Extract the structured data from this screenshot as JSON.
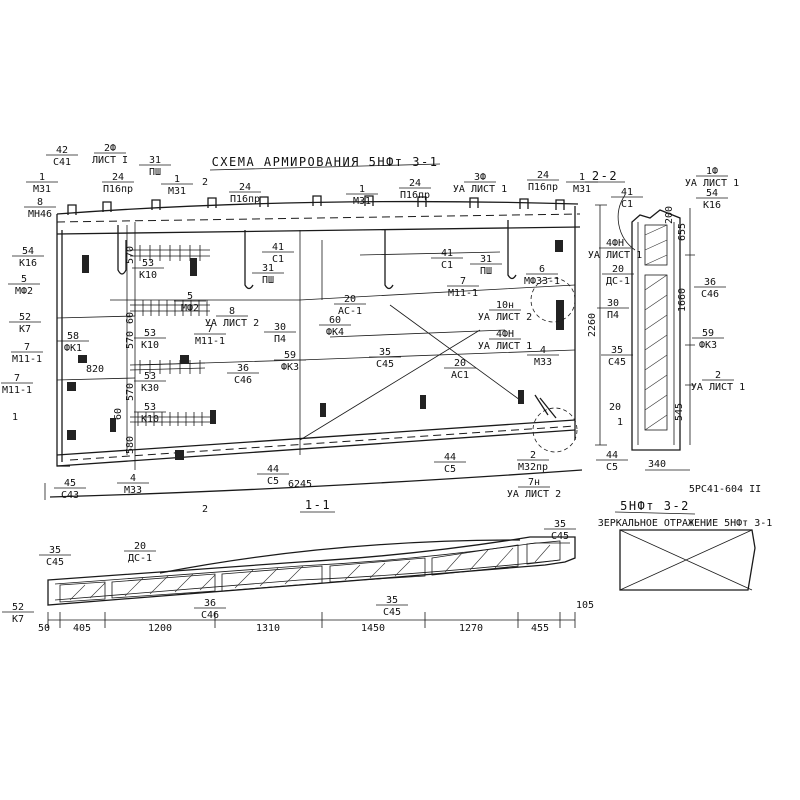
{
  "titles": {
    "main": "СХЕМА АРМИРОВАНИЯ 5НФт 3-1",
    "section_2_2": "2-2",
    "section_1_1": "1-1",
    "mirror_title": "5НФт 3-2",
    "mirror_subtitle": "ЗЕРКАЛЬНОЕ ОТРАЖЕНИЕ 5НФт 3-1",
    "mesh_note": "5РС41-604 II",
    "cut_mark_2": "2",
    "cut_mark_1": "1"
  },
  "callouts": [
    {
      "num": "42",
      "den": "С41"
    },
    {
      "num": "2Ф",
      "den": "ЛИСТ I"
    },
    {
      "num": "31",
      "den": "ПШ"
    },
    {
      "num": "24",
      "den": "П16пр"
    },
    {
      "num": "1",
      "den": "М31"
    },
    {
      "num": "1",
      "den": "М31"
    },
    {
      "num": "8",
      "den": "МН46"
    },
    {
      "num": "24",
      "den": "П16пр"
    },
    {
      "num": "1",
      "den": "М31"
    },
    {
      "num": "24",
      "den": "П16пр"
    },
    {
      "num": "3Ф",
      "den": "УА ЛИСТ 1"
    },
    {
      "num": "24",
      "den": "П16пр"
    },
    {
      "num": "1",
      "den": "М31"
    },
    {
      "num": "54",
      "den": "К16"
    },
    {
      "num": "5",
      "den": "МФ2"
    },
    {
      "num": "53",
      "den": "К10"
    },
    {
      "num": "5",
      "den": "МФ2"
    },
    {
      "num": "41",
      "den": "С1"
    },
    {
      "num": "31",
      "den": "ПШ"
    },
    {
      "num": "41",
      "den": "С1"
    },
    {
      "num": "31",
      "den": "ПШ"
    },
    {
      "num": "7",
      "den": "М11-1"
    },
    {
      "num": "6",
      "den": "МФ33-1"
    },
    {
      "num": "20",
      "den": "АС-1"
    },
    {
      "num": "30",
      "den": "П4"
    },
    {
      "num": "52",
      "den": "К7"
    },
    {
      "num": "8",
      "den": "УА ЛИСТ 2"
    },
    {
      "num": "53",
      "den": "К10"
    },
    {
      "num": "7",
      "den": "М11-1"
    },
    {
      "num": "30",
      "den": "П4"
    },
    {
      "num": "60",
      "den": "ФК4"
    },
    {
      "num": "10н",
      "den": "УА ЛИСТ 2"
    },
    {
      "num": "4ФН",
      "den": "УА ЛИСТ 1"
    },
    {
      "num": "58",
      "den": "ФК1"
    },
    {
      "num": "7",
      "den": "М11-1"
    },
    {
      "num": "59",
      "den": "ФК3"
    },
    {
      "num": "35",
      "den": "С45"
    },
    {
      "num": "4",
      "den": "М33"
    },
    {
      "num": "36",
      "den": "С46"
    },
    {
      "num": "20",
      "den": "АС1"
    },
    {
      "num": "7",
      "den": "М11-1"
    },
    {
      "num": "53",
      "den": "К30"
    },
    {
      "num": "53",
      "den": "К10"
    },
    {
      "num": "2",
      "den": "М32пр"
    },
    {
      "num": "44",
      "den": "С5"
    },
    {
      "num": "44",
      "den": "С5"
    },
    {
      "num": "45",
      "den": "С43"
    },
    {
      "num": "4",
      "den": "М33"
    },
    {
      "num": "7н",
      "den": "УА ЛИСТ 2"
    },
    {
      "num": "1Ф",
      "den": "УА ЛИСТ 1"
    },
    {
      "num": "54",
      "den": "К16"
    },
    {
      "num": "41",
      "den": "С1"
    },
    {
      "num": "4ФН",
      "den": "УА ЛИСТ 1"
    },
    {
      "num": "20",
      "den": "ДС-1"
    },
    {
      "num": "36",
      "den": "С46"
    },
    {
      "num": "35",
      "den": "С45"
    },
    {
      "num": "59",
      "den": "ФК3"
    },
    {
      "num": "2",
      "den": "УА ЛИСТ 1"
    },
    {
      "num": "44",
      "den": "С5"
    },
    {
      "num": "20",
      "den": "ДС-1"
    },
    {
      "num": "35",
      "den": "С45"
    },
    {
      "num": "52",
      "den": "К7"
    },
    {
      "num": "36",
      "den": "С46"
    },
    {
      "num": "35",
      "den": "С45"
    },
    {
      "num": "35",
      "den": "С45"
    }
  ],
  "dimensions": [
    "570",
    "570",
    "570",
    "580",
    "820",
    "60",
    "60",
    "2260",
    "655",
    "1660",
    "545",
    "200",
    "340",
    "6245",
    "50",
    "405",
    "1200",
    "1310",
    "1450",
    "1270",
    "455",
    "105",
    "20",
    "1"
  ]
}
